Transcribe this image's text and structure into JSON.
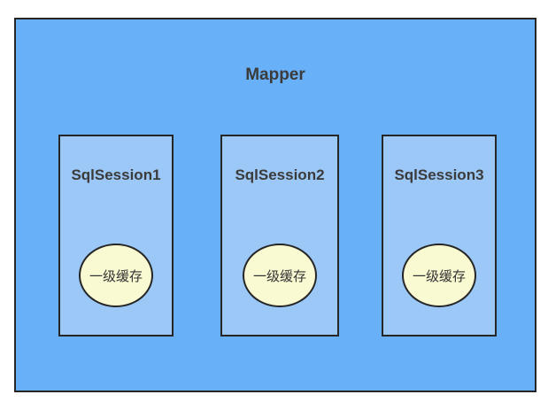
{
  "diagram": {
    "title": "Mapper",
    "sessions": [
      {
        "label": "SqlSession1",
        "cache_label": "一级缓存"
      },
      {
        "label": "SqlSession2",
        "cache_label": "一级缓存"
      },
      {
        "label": "SqlSession3",
        "cache_label": "一级缓存"
      }
    ],
    "colors": {
      "mapper_fill": "#68B0F8",
      "session_fill": "#9CC8F7",
      "cache_fill": "#FAFAD2",
      "border": "#262626",
      "text": "#3B3B3B"
    }
  }
}
